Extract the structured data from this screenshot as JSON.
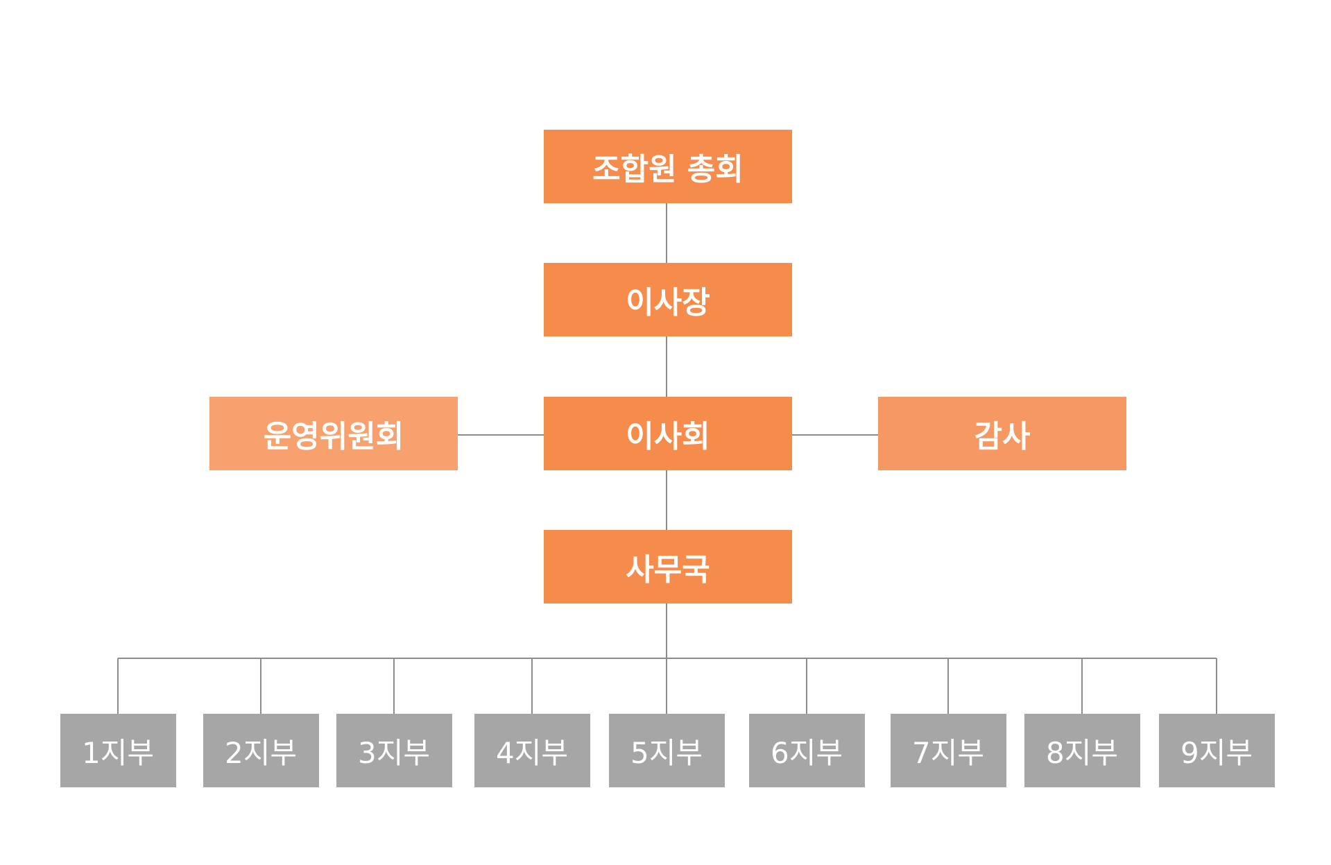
{
  "colors": {
    "primary": "#F58C4C",
    "committee": "#F7A26E",
    "audit": "#F69862",
    "branch": "#A6A6A6",
    "connector": "#8C8C8C"
  },
  "nodes": {
    "general_assembly": "조합원 총회",
    "chairman": "이사장",
    "board": "이사회",
    "steering_committee": "운영위원회",
    "auditor": "감사",
    "secretariat": "사무국"
  },
  "branches": [
    "1지부",
    "2지부",
    "3지부",
    "4지부",
    "5지부",
    "6지부",
    "7지부",
    "8지부",
    "9지부"
  ]
}
